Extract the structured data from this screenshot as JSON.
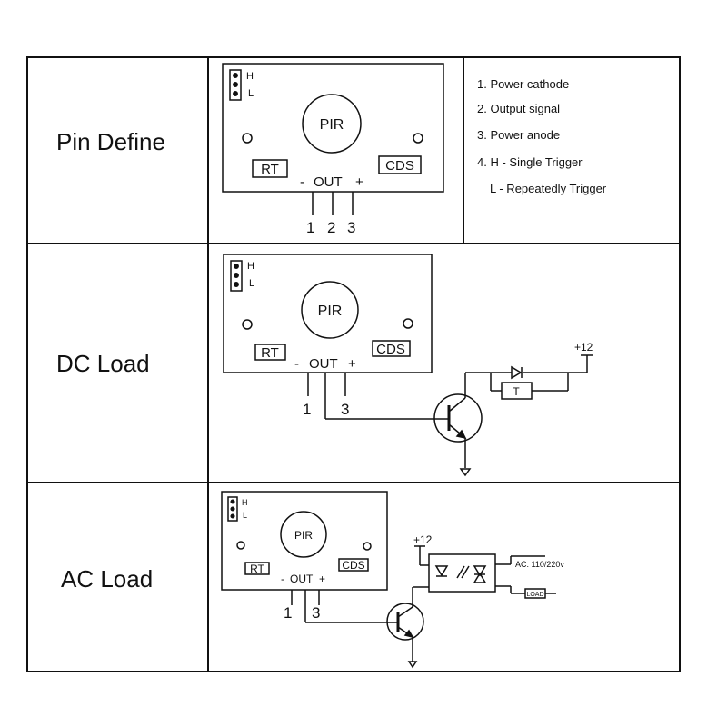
{
  "rows": [
    {
      "label": "Pin Define"
    },
    {
      "label": "DC Load"
    },
    {
      "label": "AC Load"
    }
  ],
  "legend": [
    "1. Power cathode",
    "2. Output signal",
    "3. Power anode",
    "4. H - Single Trigger",
    "L -  Repeatedly Trigger"
  ],
  "board": {
    "pir": "PIR",
    "rt": "RT",
    "cds": "CDS",
    "jumper_h": "H",
    "jumper_l": "L",
    "minus": "-",
    "out": "OUT",
    "plus": "+"
  },
  "pins": {
    "p1": "1",
    "p2": "2",
    "p3": "3"
  },
  "dc": {
    "supply": "+12",
    "relay": "T"
  },
  "ac": {
    "supply": "+12",
    "mains": "AC. 110/220v",
    "load": "LOAD"
  },
  "colors": {
    "line": "#111111",
    "background": "#ffffff"
  }
}
